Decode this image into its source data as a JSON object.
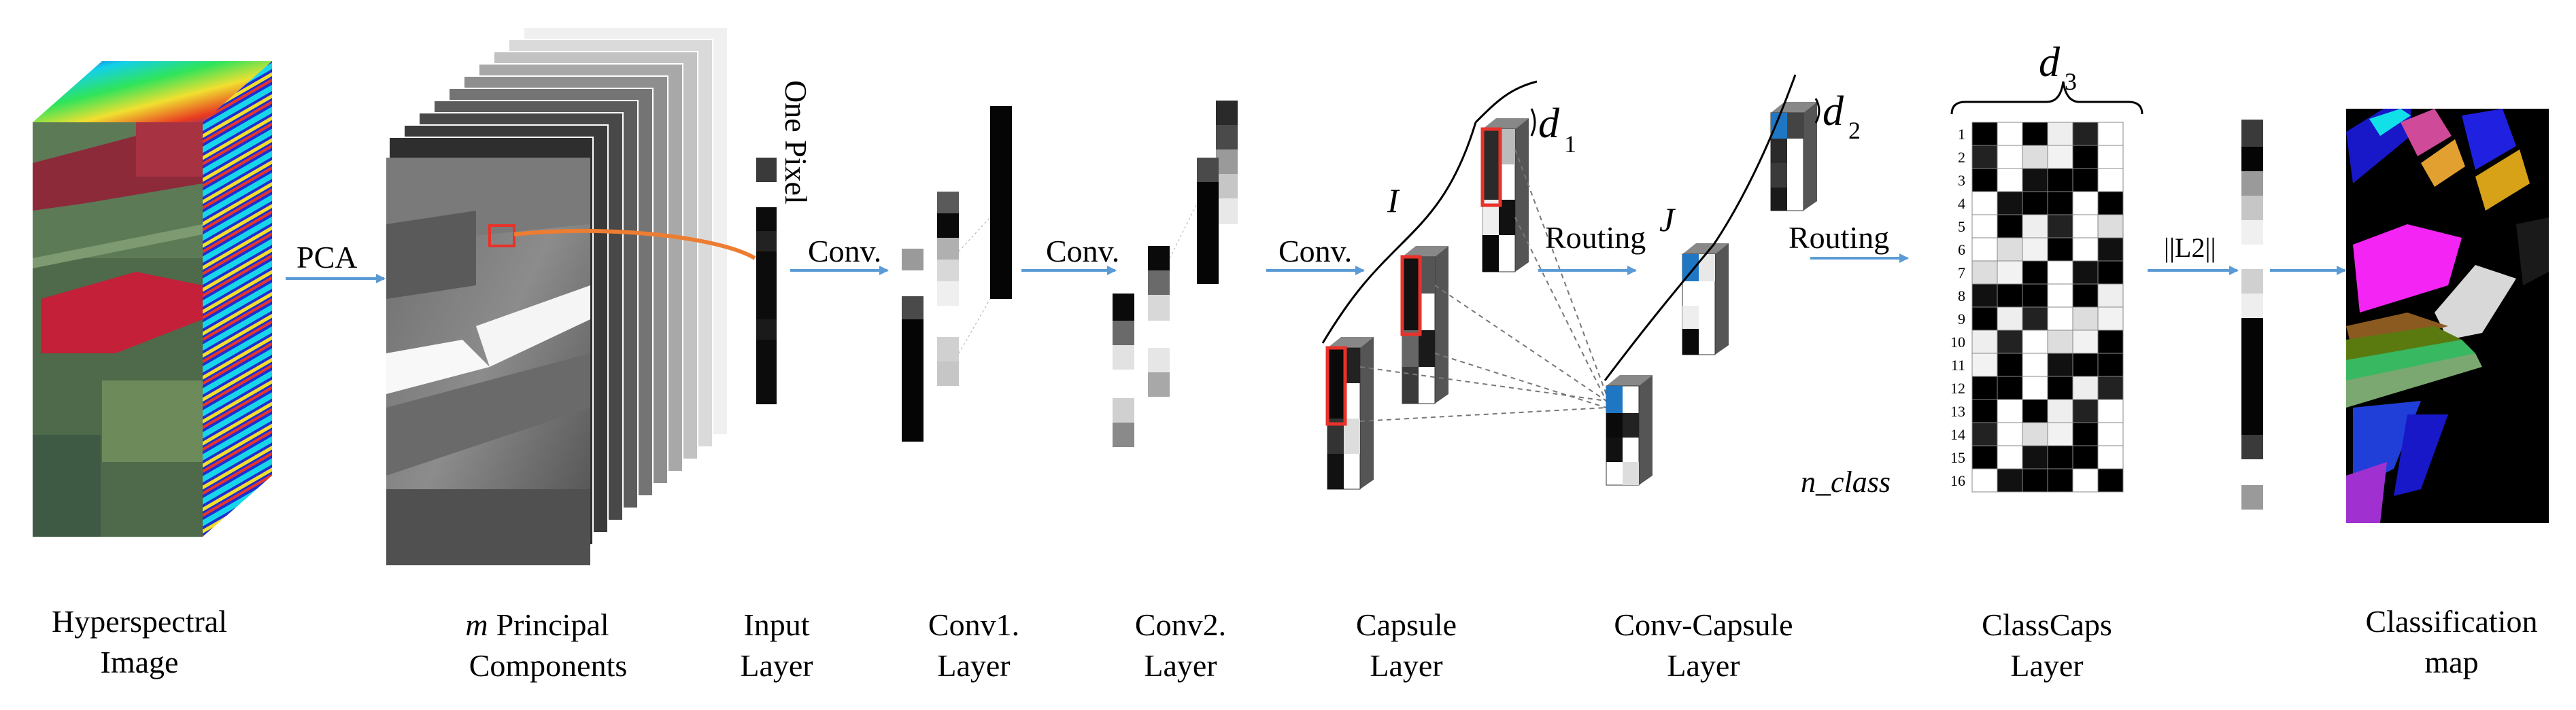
{
  "figure": {
    "stages": [
      {
        "id": "hsi",
        "lines": [
          "Hyperspectral",
          "Image"
        ]
      },
      {
        "id": "pca",
        "lines": [
          "Principal",
          "Components"
        ],
        "prefix_italic": "m"
      },
      {
        "id": "input",
        "lines": [
          "Input",
          "Layer"
        ]
      },
      {
        "id": "conv1",
        "lines": [
          "Conv1.",
          "Layer"
        ]
      },
      {
        "id": "conv2",
        "lines": [
          "Conv2.",
          "Layer"
        ]
      },
      {
        "id": "capsule",
        "lines": [
          "Capsule",
          "Layer"
        ]
      },
      {
        "id": "convcaps",
        "lines": [
          "Conv-Capsule",
          "Layer"
        ]
      },
      {
        "id": "classcaps",
        "lines": [
          "ClassCaps",
          "Layer"
        ]
      },
      {
        "id": "classmap",
        "lines": [
          "Classification",
          "map"
        ]
      }
    ],
    "operations": {
      "pca": "PCA",
      "one_pixel": "One Pixel",
      "conv_a": "Conv.",
      "conv_b": "Conv.",
      "conv_c": "Conv.",
      "routing_a": "Routing",
      "routing_b": "Routing",
      "l2_norm": "||L2||"
    },
    "symbols": {
      "I": "I",
      "J": "J",
      "d1_base": "d",
      "d1_sub": "1",
      "d2_base": "d",
      "d2_sub": "2",
      "d3_base": "d",
      "d3_sub": "3",
      "n_class": "n_class"
    },
    "class_indices": [
      "1",
      "2",
      "3",
      "4",
      "5",
      "6",
      "7",
      "8",
      "9",
      "10",
      "11",
      "12",
      "13",
      "14",
      "15",
      "16"
    ],
    "colors": {
      "arrow": "#5b9bd5",
      "highlight": "#e8322a",
      "leader": "#ed7d31",
      "capsule_blue": "#1f77c4",
      "field_green": "#4e6a4a",
      "field_red": "#b8283c"
    }
  }
}
